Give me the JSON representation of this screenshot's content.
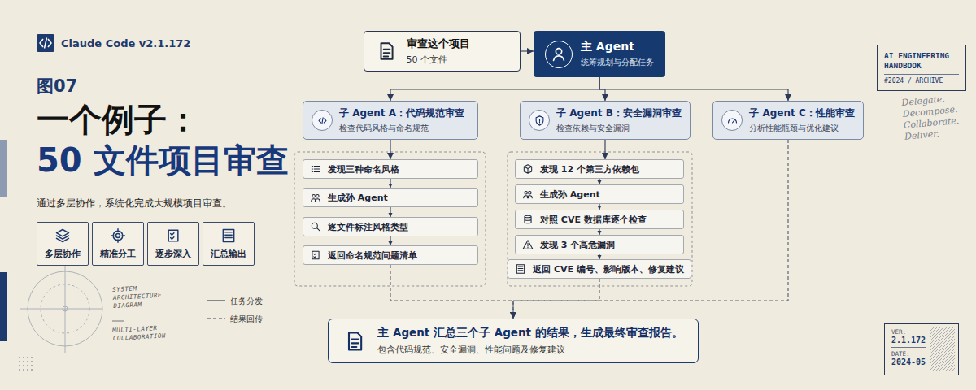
{
  "diagram": {
    "title": "一个例子： 50 文件项目审查",
    "nodes": [
      {
        "text": [
          "多层协作"
        ]
      },
      {
        "text": [
          "精准分工"
        ]
      },
      {
        "text": [
          "逐步深入"
        ]
      },
      {
        "text": [
          "汇总输出"
        ]
      },
      {
        "text": [
          "审查这个项目",
          "50 个文件"
        ]
      },
      {
        "text": [
          "主 Agent",
          "统筹规划与分配任务"
        ]
      },
      {
        "text": [
          "子 Agent A：代码规范审查",
          "检查代码风格与命名规范"
        ]
      },
      {
        "text": [
          "子 Agent B：安全漏洞审查",
          "检查依赖与安全漏洞"
        ]
      },
      {
        "text": [
          "子 Agent C：性能审查",
          "分析性能瓶颈与优化建议"
        ]
      },
      {
        "text": [
          "发现三种命名风格"
        ]
      },
      {
        "text": [
          "生成孙 Agent"
        ]
      },
      {
        "text": [
          "逐文件标注风格类型"
        ]
      },
      {
        "text": [
          "返回命名规范问题清单"
        ]
      },
      {
        "text": [
          "发现 12 个第三方依赖包"
        ]
      },
      {
        "text": [
          "生成孙 Agent"
        ]
      },
      {
        "text": [
          "对照 CVE 数据库逐个检查"
        ]
      },
      {
        "text": [
          "发现 3 个高危漏洞"
        ]
      },
      {
        "text": [
          "返回 CVE 编号、影响版本、修复建议"
        ]
      },
      {
        "text": [
          "主 Agent 汇总三个子 Agent 的结果，生成最终审查报告。",
          "包含代码规范、安全漏洞、性能问题及修复建议"
        ]
      },
      {
        "text": [
          "AI ENGINEERING HANDBOOK",
          "#2024 / ARCHIVE"
        ]
      },
      {
        "text": [
          "VER.",
          "2.1.172",
          "DATE:",
          "2024-05"
        ]
      }
    ],
    "edges": [
      {
        "from": 4,
        "to": 5,
        "arrow": "to"
      },
      {
        "from": 5,
        "to": 6,
        "arrow": "to"
      },
      {
        "from": 5,
        "to": 7,
        "arrow": "to"
      },
      {
        "from": 5,
        "to": 8,
        "arrow": "to"
      },
      {
        "from": 6,
        "to": 9,
        "arrow": "to"
      },
      {
        "from": 9,
        "to": 10,
        "arrow": "to"
      },
      {
        "from": 10,
        "to": 11,
        "arrow": "to"
      },
      {
        "from": 11,
        "to": 12,
        "arrow": "to"
      },
      {
        "from": 7,
        "to": 13,
        "arrow": "to"
      },
      {
        "from": 13,
        "to": 14,
        "arrow": "to"
      },
      {
        "from": 14,
        "to": 15,
        "arrow": "to"
      },
      {
        "from": 15,
        "to": 16,
        "arrow": "to"
      },
      {
        "from": 16,
        "to": 17,
        "arrow": "to"
      },
      {
        "from": 12,
        "to": 18,
        "arrow": "to"
      },
      {
        "from": 17,
        "to": 18,
        "arrow": "to"
      },
      {
        "from": 8,
        "to": 18,
        "arrow": "to"
      }
    ],
    "labels": [
      "Claude Code v2.1.172",
      "图07",
      "通过多层协作，系统化完成大规模项目审查。",
      "SYSTEM ARCHITECTURE DIAGRAM",
      "MULTI-LAYER COLLABORATION",
      "Delegate. Decompose. Collaborate. Deliver."
    ],
    "legend": [
      {
        "text": "任务分发"
      },
      {
        "text": "结果回传"
      }
    ]
  }
}
